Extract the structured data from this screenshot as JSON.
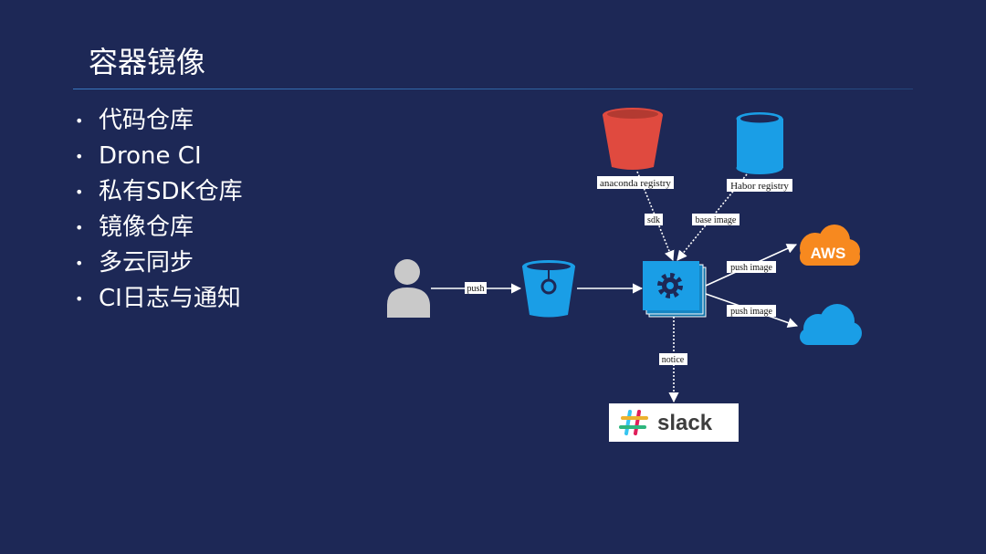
{
  "slide": {
    "title": "容器镜像",
    "bullets": [
      "代码仓库",
      "Drone CI",
      "私有SDK仓库",
      "镜像仓库",
      "多云同步",
      "CI日志与通知"
    ]
  },
  "diagram": {
    "nodes": {
      "anaconda_registry": "anaconda registry",
      "harbor_registry": "Habor registry",
      "aws": "AWS",
      "slack": "slack"
    },
    "edges": {
      "push": "push",
      "sdk": "sdk",
      "base_image": "base image",
      "push_image_aws": "push image",
      "push_image_cloud": "push image",
      "notice": "notice"
    },
    "colors": {
      "background": "#1d2856",
      "accent_blue": "#1a9ee6",
      "anaconda_red": "#e04a3f",
      "aws_orange": "#f7891f",
      "user_gray": "#c9c9c9"
    },
    "icons": [
      "user-icon",
      "bucket-repo-icon",
      "gear-icon",
      "cloud-icon",
      "slack-logo-icon"
    ]
  }
}
